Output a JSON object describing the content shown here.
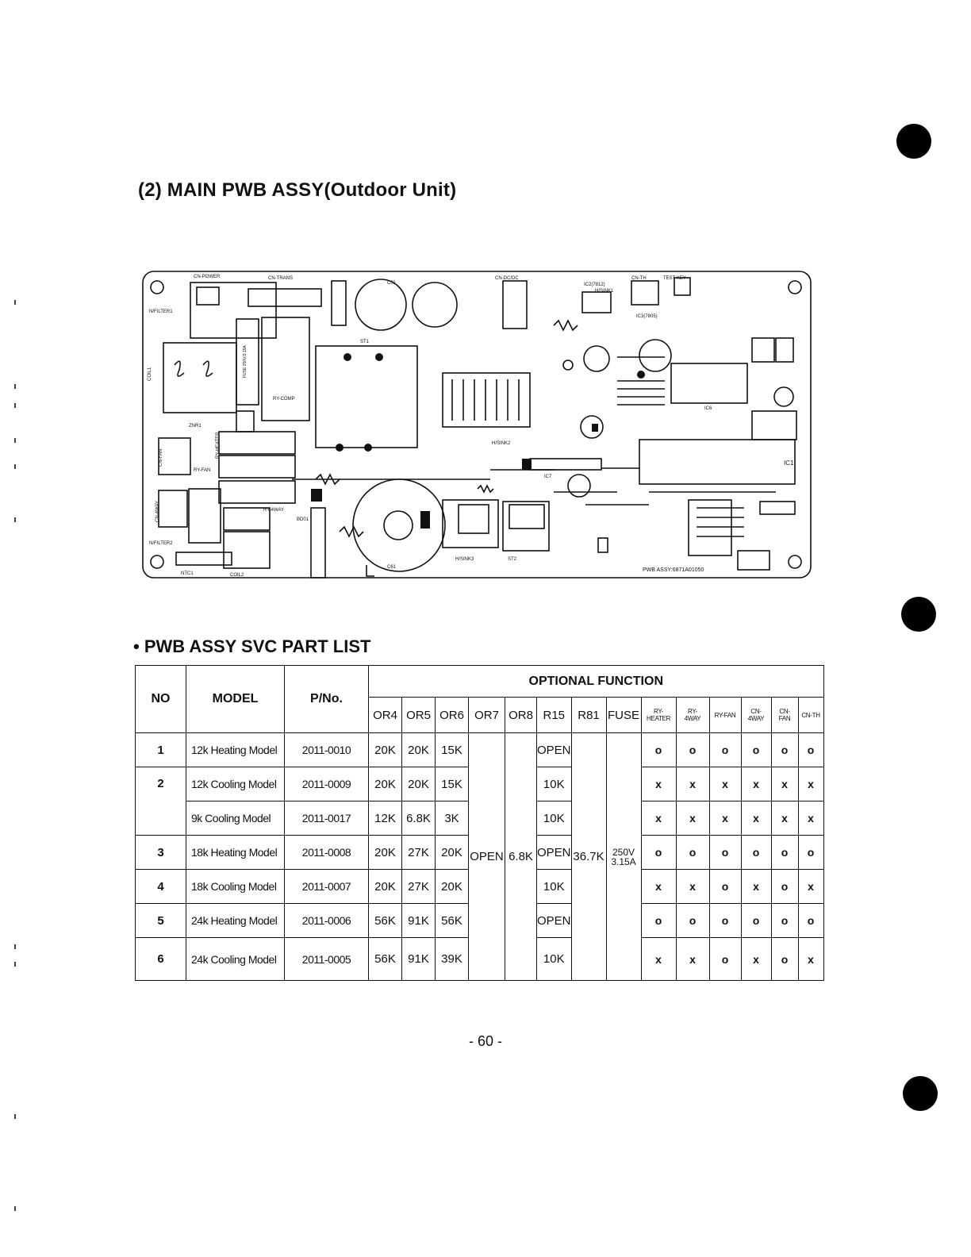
{
  "page": {
    "heading": "(2) MAIN PWB ASSY(Outdoor Unit)",
    "part_list_heading": "• PWB ASSY SVC PART LIST",
    "page_number": "- 60 -"
  },
  "board": {
    "labels": {
      "cn_power": "CN-POWER",
      "cn_trans": "CN-TRANS",
      "n_filter1": "N/FILTER1",
      "coil1": "COIL1",
      "fuse": "FUSE 250V/3.15A",
      "ry_comp": "RY-COMP",
      "znr": "ZNR1",
      "cn_fan": "CN-FAN",
      "ry_heater": "RY-HEATER",
      "ry_fan": "RY-FAN",
      "cn_4way": "CN-4WAY",
      "ry_4way": "RY-4WAY",
      "n_filter2": "N/FILTER2",
      "ntc1": "NTC1",
      "coil2": "COIL2",
      "bd01": "BD01",
      "st1": "ST1",
      "c01": "C01",
      "c61": "C61",
      "cn_dcdc": "CN-DC/DC",
      "h_sink2": "H/SINK2",
      "h_sink3": "H/SINK3",
      "ic2": "IC2(7812)",
      "h_sink1": "H/SINK1",
      "ic3": "IC3(7805)",
      "cn_th": "CN-TH",
      "test_key": "TEST KEY",
      "ic1": "IC1",
      "ic6": "IC6",
      "ic7": "IC7",
      "st2": "ST2",
      "pwb_assy": "PWB ASSY:6871A01050"
    }
  },
  "table": {
    "group_header": "OPTIONAL FUNCTION",
    "col_no": "NO",
    "col_model": "MODEL",
    "col_pno": "P/No.",
    "sub_headers": [
      "OR4",
      "OR5",
      "OR6",
      "OR7",
      "OR8",
      "R15",
      "R81",
      "FUSE"
    ],
    "relay_headers": [
      [
        "RY-",
        "HEATER"
      ],
      [
        "RY-",
        "4WAY"
      ],
      [
        "RY-FAN",
        ""
      ],
      [
        "CN-",
        "4WAY"
      ],
      [
        "CN-",
        "FAN"
      ],
      [
        "CN-TH",
        ""
      ]
    ],
    "merged": {
      "or7": "OPEN",
      "or8": "6.8K",
      "r81": "36.7K",
      "fuse_line1": "250V",
      "fuse_line2": "3.15A"
    },
    "rows": [
      {
        "no": "1",
        "model": "12k Heating Model",
        "pno": "2011-0010",
        "or4": "20K",
        "or5": "20K",
        "or6": "15K",
        "r15": "OPEN",
        "marks": [
          "o",
          "o",
          "o",
          "o",
          "o",
          "o"
        ]
      },
      {
        "no": "2",
        "model": "12k Cooling Model",
        "pno": "2011-0009",
        "or4": "20K",
        "or5": "20K",
        "or6": "15K",
        "r15": "10K",
        "marks": [
          "x",
          "x",
          "x",
          "x",
          "x",
          "x"
        ]
      },
      {
        "no": "",
        "model": "9k Cooling Model",
        "pno": "2011-0017",
        "or4": "12K",
        "or5": "6.8K",
        "or6": "3K",
        "r15": "10K",
        "marks": [
          "x",
          "x",
          "x",
          "x",
          "x",
          "x"
        ]
      },
      {
        "no": "3",
        "model": "18k Heating Model",
        "pno": "2011-0008",
        "or4": "20K",
        "or5": "27K",
        "or6": "20K",
        "r15": "OPEN",
        "marks": [
          "o",
          "o",
          "o",
          "o",
          "o",
          "o"
        ]
      },
      {
        "no": "4",
        "model": "18k Cooling Model",
        "pno": "2011-0007",
        "or4": "20K",
        "or5": "27K",
        "or6": "20K",
        "r15": "10K",
        "marks": [
          "x",
          "x",
          "o",
          "x",
          "o",
          "x"
        ]
      },
      {
        "no": "5",
        "model": "24k Heating Model",
        "pno": "2011-0006",
        "or4": "56K",
        "or5": "91K",
        "or6": "56K",
        "r15": "OPEN",
        "marks": [
          "o",
          "o",
          "o",
          "o",
          "o",
          "o"
        ]
      },
      {
        "no": "6",
        "model": "24k Cooling Model",
        "pno": "2011-0005",
        "or4": "56K",
        "or5": "91K",
        "or6": "39K",
        "r15": "10K",
        "marks": [
          "x",
          "x",
          "o",
          "x",
          "o",
          "x"
        ]
      }
    ]
  }
}
